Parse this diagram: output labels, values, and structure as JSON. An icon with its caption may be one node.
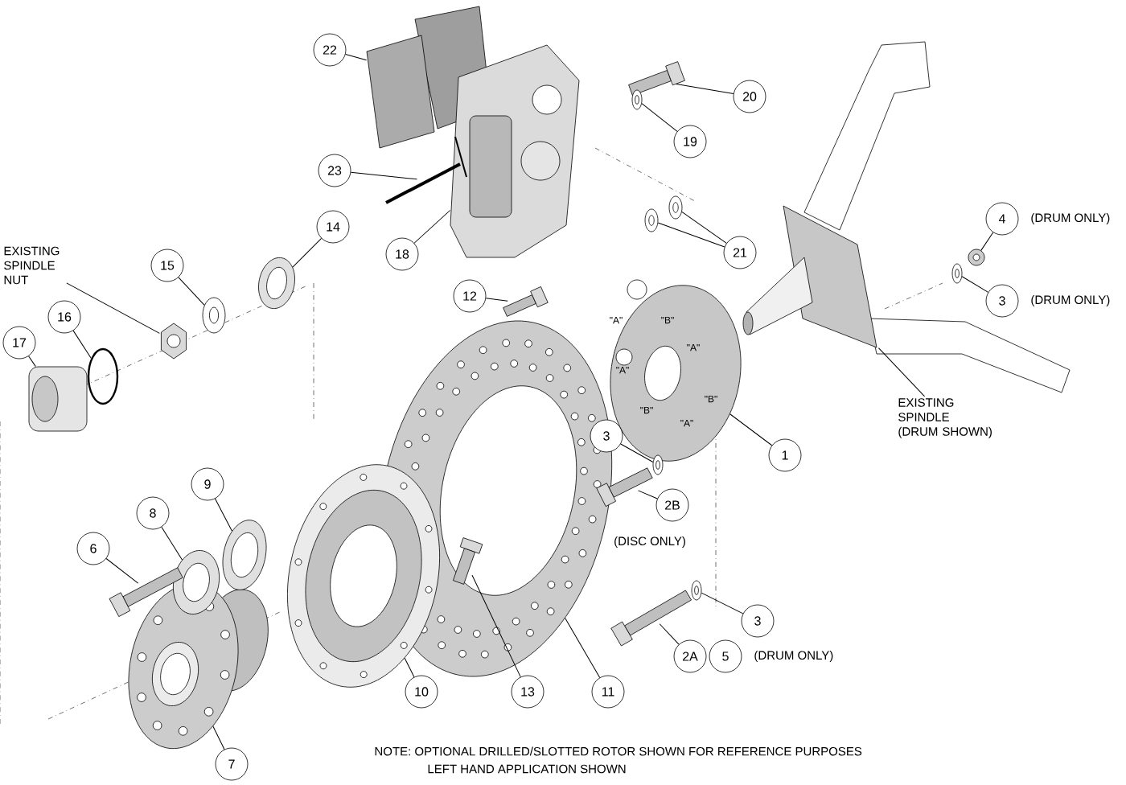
{
  "diagram": {
    "nodes": [
      {
        "text": [
          "22"
        ]
      },
      {
        "text": [
          "20"
        ]
      },
      {
        "text": [
          "19"
        ]
      },
      {
        "text": [
          "23"
        ]
      },
      {
        "text": [
          "4"
        ]
      },
      {
        "text": [
          "14"
        ]
      },
      {
        "text": [
          "21"
        ]
      },
      {
        "text": [
          "18"
        ]
      },
      {
        "text": [
          "EXISTING SPINDLE NUT"
        ]
      },
      {
        "text": [
          "15"
        ]
      },
      {
        "text": [
          "12"
        ]
      },
      {
        "text": [
          "3"
        ]
      },
      {
        "text": [
          "16"
        ]
      },
      {
        "text": [
          "17"
        ]
      },
      {
        "text": [
          "EXISTING SPINDLE (DRUM SHOWN)"
        ]
      },
      {
        "text": [
          "3"
        ]
      },
      {
        "text": [
          "1"
        ]
      },
      {
        "text": [
          "9"
        ]
      },
      {
        "text": [
          "2B"
        ]
      },
      {
        "text": [
          "8"
        ]
      },
      {
        "text": [
          "6"
        ]
      },
      {
        "text": [
          "3"
        ]
      },
      {
        "text": [
          "2A"
        ]
      },
      {
        "text": [
          "5"
        ]
      },
      {
        "text": [
          "10"
        ]
      },
      {
        "text": [
          "13"
        ]
      },
      {
        "text": [
          "11"
        ]
      },
      {
        "text": [
          "7"
        ]
      },
      {
        "text": [],
        "shape": "picture"
      },
      {
        "text": [],
        "shape": "circle"
      },
      {
        "text": [],
        "shape": "picture"
      },
      {
        "text": [],
        "shape": "picture"
      },
      {
        "text": [],
        "shape": "picture"
      },
      {
        "text": [],
        "shape": "picture"
      },
      {
        "text": [],
        "shape": "picture"
      },
      {
        "text": [],
        "shape": "picture"
      },
      {
        "text": [],
        "shape": "picture"
      },
      {
        "text": [],
        "shape": "picture"
      },
      {
        "text": [],
        "shape": "picture"
      },
      {
        "text": [],
        "shape": "picture"
      },
      {
        "text": [],
        "shape": "picture",
        "in": 41
      },
      {
        "text": [],
        "shape": "picture"
      },
      {
        "text": [],
        "shape": "picture"
      },
      {
        "text": [],
        "shape": "picture"
      },
      {
        "text": [],
        "shape": "picture"
      },
      {
        "text": [],
        "shape": "picture"
      },
      {
        "text": [],
        "shape": "picture"
      },
      {
        "text": [],
        "shape": "picture"
      },
      {
        "text": [],
        "shape": "picture"
      },
      {
        "text": [],
        "shape": "picture"
      },
      {
        "text": [],
        "shape": "picture"
      },
      {
        "text": [],
        "shape": "picture"
      },
      {
        "text": [],
        "shape": "picture"
      },
      {
        "text": [],
        "shape": "picture"
      },
      {
        "text": [],
        "shape": "picture"
      },
      {
        "text": [],
        "shape": "picture"
      }
    ],
    "edges": [
      {
        "from": 0,
        "to": 39,
        "arrow": "none"
      },
      {
        "from": 1,
        "to": 46,
        "arrow": "none"
      },
      {
        "from": 2,
        "to": 45,
        "arrow": "none"
      },
      {
        "from": 3,
        "to": 38,
        "arrow": "none"
      },
      {
        "from": 4,
        "to": 55,
        "arrow": "none"
      },
      {
        "from": 5,
        "to": 36,
        "arrow": "none"
      },
      {
        "from": 6,
        "to": 47,
        "arrow": "none"
      },
      {
        "from": 6,
        "to": 51,
        "arrow": "none"
      },
      {
        "from": 7,
        "to": 42,
        "arrow": "none"
      },
      {
        "from": 8,
        "to": 31,
        "arrow": "none"
      },
      {
        "from": 9,
        "to": 34,
        "arrow": "none"
      },
      {
        "from": 10,
        "to": 43,
        "arrow": "none"
      },
      {
        "from": 11,
        "to": 54,
        "arrow": "none"
      },
      {
        "from": 12,
        "to": 29,
        "arrow": "none"
      },
      {
        "from": 13,
        "to": 28,
        "arrow": "none"
      },
      {
        "from": 14,
        "to": 53,
        "arrow": "none"
      },
      {
        "from": 15,
        "to": 48,
        "arrow": "none"
      },
      {
        "from": 16,
        "to": 50,
        "arrow": "none"
      },
      {
        "from": 17,
        "to": 35,
        "arrow": "none"
      },
      {
        "from": 18,
        "to": 44,
        "arrow": "none"
      },
      {
        "from": 19,
        "to": 33,
        "arrow": "none"
      },
      {
        "from": 20,
        "to": 30,
        "arrow": "none"
      },
      {
        "from": 21,
        "to": 52,
        "arrow": "none"
      },
      {
        "from": 22,
        "to": 49,
        "arrow": "none"
      },
      {
        "from": 24,
        "to": 37,
        "arrow": "none"
      },
      {
        "from": 25,
        "to": 40,
        "arrow": "none"
      },
      {
        "from": 26,
        "to": 41,
        "arrow": "none"
      },
      {
        "from": 27,
        "to": 32,
        "arrow": "none"
      }
    ],
    "labels": [
      "(DRUM ONLY)",
      "(DRUM ONLY)",
      "\"A\"",
      "\"B\"",
      "\"A\"",
      "\"A\"",
      "\"B\"",
      "\"B\"",
      "\"A\"",
      "(DISC ONLY)",
      "(DRUM ONLY)",
      "NOTE: OPTIONAL DRILLED/SLOTTED ROTOR SHOWN FOR REFERENCE PURPOSES",
      "LEFT HAND APPLICATION SHOWN"
    ]
  }
}
